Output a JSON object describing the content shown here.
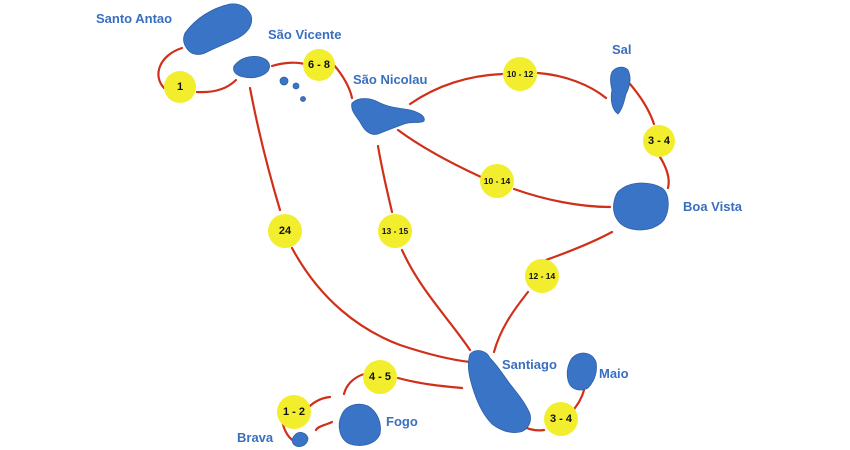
{
  "colors": {
    "island": "#3a74c6",
    "route": "#d0301a",
    "badge": "#f2ee2e",
    "label": "#3a6fbf"
  },
  "islands": {
    "santo_antao": "Santo Antao",
    "sao_vicente": "São Vicente",
    "sao_nicolau": "São Nicolau",
    "sal": "Sal",
    "boa_vista": "Boa Vista",
    "santiago": "Santiago",
    "maio": "Maio",
    "fogo": "Fogo",
    "brava": "Brava"
  },
  "routes": {
    "santo_antao_sao_vicente": "1",
    "sao_vicente_sao_nicolau": "6 - 8",
    "sao_nicolau_sal": "10 - 12",
    "sal_boa_vista": "3 - 4",
    "sao_nicolau_boa_vista": "10 - 14",
    "sao_vicente_santiago": "24",
    "sao_nicolau_santiago": "13 - 15",
    "boa_vista_santiago": "12 - 14",
    "santiago_maio": "3 - 4",
    "santiago_fogo": "4 - 5",
    "fogo_brava": "1 - 2"
  }
}
